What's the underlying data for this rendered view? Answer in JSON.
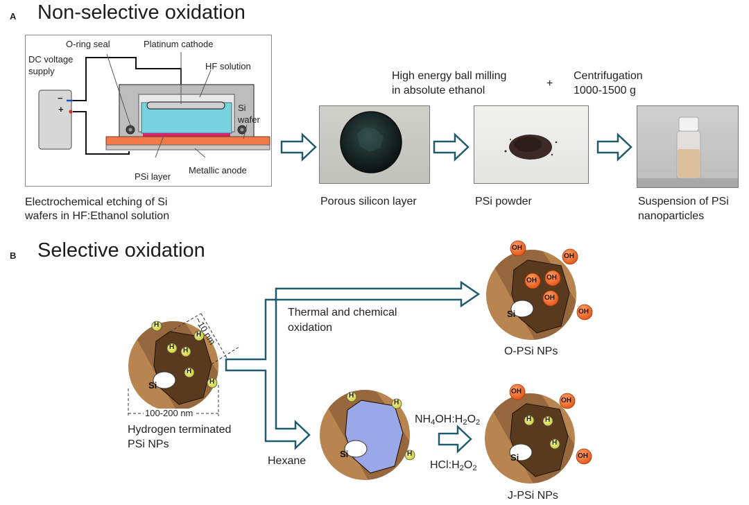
{
  "panel_a": {
    "letter": "A",
    "title": "Non-selective oxidation",
    "cell_labels": {
      "oring": "O-ring seal",
      "platinum": "Platinum cathode",
      "dc_line1": "DC voltage",
      "dc_line2": "supply",
      "minus": "−",
      "plus": "+",
      "hf": "HF solution",
      "si_line1": "Si",
      "si_line2": "wafer",
      "psi_layer": "PSi layer",
      "anode": "Metallic anode"
    },
    "step1_line1": "Electrochemical etching of Si",
    "step1_line2": "wafers in HF:Ethanol solution",
    "step2": "Porous silicon layer",
    "milling_line1": "High energy ball milling",
    "milling_line2": "in absolute ethanol",
    "plus_sign": "+",
    "centrifugation_line1": "Centrifugation",
    "centrifugation_line2": "1000-1500 g",
    "step3": "PSi powder",
    "step4_line1": "Suspension of PSi",
    "step4_line2": "nanoparticles"
  },
  "panel_b": {
    "letter": "B",
    "title": "Selective oxidation",
    "thermal_line1": "Thermal and chemical",
    "thermal_line2": "oxidation",
    "h_np_line1": "Hydrogen terminated",
    "h_np_line2": "PSi NPs",
    "size_particle": "100-200 nm",
    "size_pore": "~10 nm",
    "o_psi": "O-PSi NPs",
    "hexane": "Hexane",
    "reagent1_a": "NH",
    "reagent1_b": "4",
    "reagent1_c": "OH:H",
    "reagent1_d": "2",
    "reagent1_e": "O",
    "reagent1_f": "2",
    "reagent2_a": "HCl:H",
    "reagent2_b": "2",
    "reagent2_c": "O",
    "reagent2_d": "2",
    "j_psi": "J-PSi NPs",
    "si": "Si",
    "h": "H",
    "oh": "OH"
  },
  "colors": {
    "arrow_stroke": "#1f5b6c",
    "shell_tan": "#b8844f",
    "shell_dark": "#7b5230",
    "core_brown": "#5a3a1e",
    "hydrogen_yellow": "#e3e35a",
    "oh_orange": "#ec6a28",
    "hf_cyan": "#78d3df",
    "wafer_orange": "#f07a4a",
    "psi_magenta": "#d6246e",
    "hexane_blue": "#9aa8ea"
  }
}
